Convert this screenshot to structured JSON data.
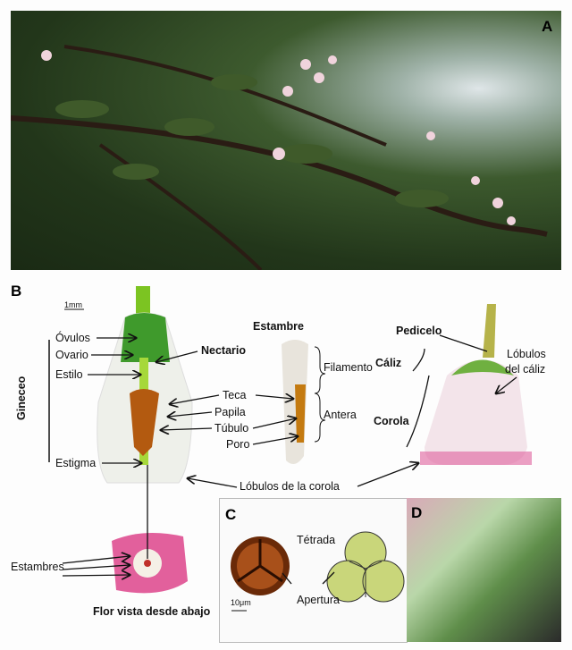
{
  "panels": {
    "a": "A",
    "b": "B",
    "c": "C",
    "d": "D"
  },
  "b": {
    "scale": "1mm",
    "gineceo": "Gineceo",
    "ovulos": "Óvulos",
    "ovario": "Ovario",
    "estilo": "Estilo",
    "estigma": "Estigma",
    "nectario": "Nectario",
    "teca": "Teca",
    "papila": "Papila",
    "tubulo": "Túbulo",
    "poro": "Poro",
    "estambre": "Estambre",
    "filamento": "Filamento",
    "antera": "Antera",
    "lobulos_corola": "Lóbulos de la corola",
    "pedicelo": "Pedicelo",
    "caliz": "Cáliz",
    "lobulos_caliz_1": "Lóbulos",
    "lobulos_caliz_2": "del cáliz",
    "corola": "Corola",
    "estambres": "Estambres",
    "flor_abajo": "Flor vista desde abajo"
  },
  "c": {
    "tetrada": "Tétrada",
    "apertura": "Apertura",
    "scale": "10μm"
  }
}
